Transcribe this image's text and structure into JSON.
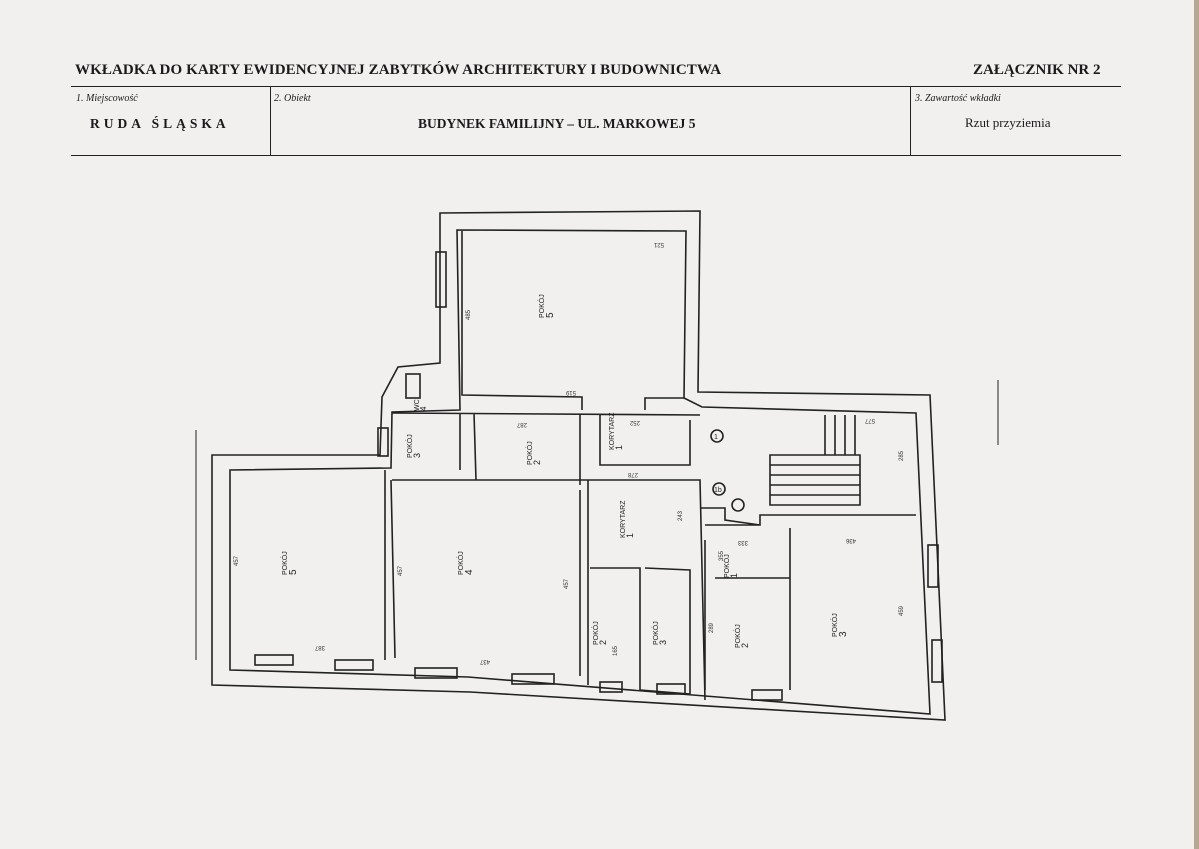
{
  "header": {
    "title": "WKŁADKA DO KARTY EWIDENCYJNEJ ZABYTKÓW ARCHITEKTURY I BUDOWNICTWA",
    "annex": "ZAŁĄCZNIK NR 2"
  },
  "fields": {
    "place": {
      "label": "1. Miejscowość",
      "value": "RUDA ŚLĄSKA"
    },
    "object": {
      "label": "2. Obiekt",
      "value": "BUDYNEK FAMILIJNY – UL. MARKOWEJ 5"
    },
    "content": {
      "label": "3. Zawartość wkładki",
      "value": "Rzut przyziemia"
    }
  },
  "plan": {
    "rooms": [
      {
        "num": "5",
        "label": "POKÓJ"
      },
      {
        "num": "4",
        "label": "POKÓJ"
      },
      {
        "num": "5",
        "label": "POKÓJ"
      },
      {
        "num": "3",
        "label": "POKÓJ"
      },
      {
        "num": "2",
        "label": "POKÓJ"
      },
      {
        "num": "1",
        "label": "KORYTARZ"
      },
      {
        "num": "1",
        "label": "KORYTARZ"
      },
      {
        "num": "2",
        "label": "POKÓJ"
      },
      {
        "num": "3",
        "label": "POKÓJ"
      },
      {
        "num": "1",
        "label": "POKÓJ"
      },
      {
        "num": "2",
        "label": "POKÓJ"
      },
      {
        "num": "3",
        "label": "POKÓJ"
      },
      {
        "num": "4",
        "label": "WC"
      },
      {
        "num": "1b",
        "label": ""
      },
      {
        "num": "1",
        "label": ""
      }
    ],
    "dimensions": [
      "521",
      "485",
      "519",
      "457",
      "457",
      "457",
      "387",
      "437",
      "287",
      "252",
      "278",
      "243",
      "577",
      "285",
      "333",
      "436",
      "459",
      "289",
      "355",
      "165"
    ]
  }
}
